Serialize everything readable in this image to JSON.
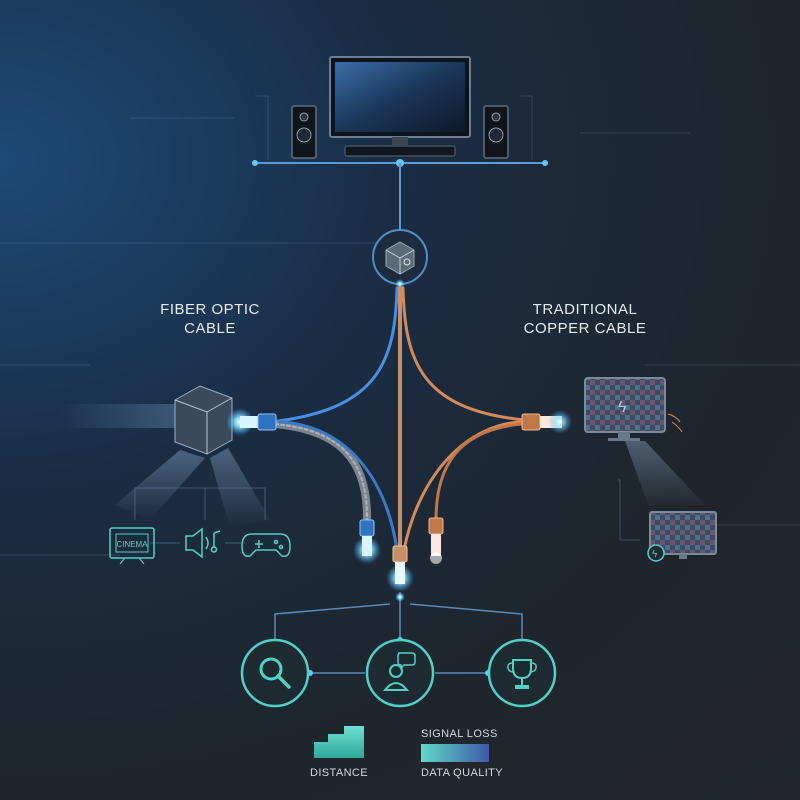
{
  "labels": {
    "fiber_line1": "FIBER OPTIC",
    "fiber_line2": "CABLE",
    "copper_line1": "TRADITIONAL",
    "copper_line2": "COPPER CABLE"
  },
  "icons": {
    "cinema_text": "CINEMA"
  },
  "legend": {
    "distance": "DISTANCE",
    "signal_loss": "SIGNAL LOSS",
    "data_quality": "DATA QUALITY"
  },
  "colors": {
    "fiber": "#4a90e2",
    "copper": "#d48a5a",
    "glow": "#5fe0ff",
    "teal": "#4fd1c5"
  }
}
